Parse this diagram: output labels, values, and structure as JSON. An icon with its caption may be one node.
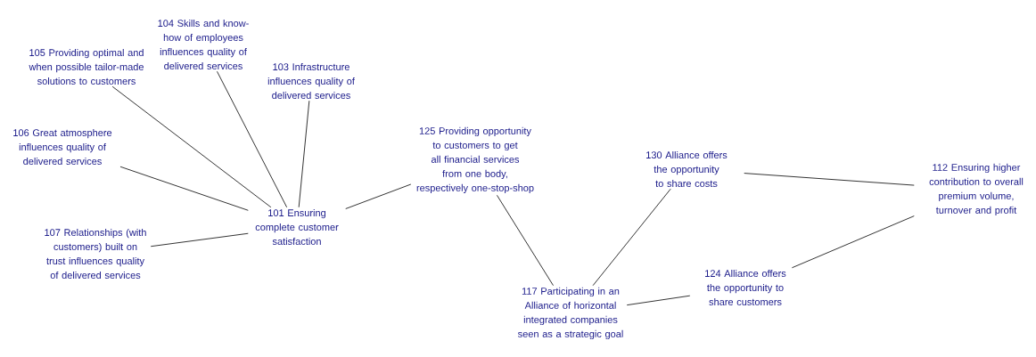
{
  "diagram": {
    "nodes": [
      {
        "text": [
          "105 Providing optimal and when possible tailor-made solutions to customers"
        ]
      },
      {
        "text": [
          "104 Skills and know-how of employees influences quality of delivered services"
        ]
      },
      {
        "text": [
          "103 Infrastructure influences quality of delivered services"
        ]
      },
      {
        "text": [
          "106 Great atmosphere influences quality of delivered services"
        ]
      },
      {
        "text": [
          "101 Ensuring complete customer satisfaction"
        ]
      },
      {
        "text": [
          "107 Relationships (with customers) built on trust influences quality of delivered services"
        ]
      },
      {
        "text": [
          "125 Providing opportunity to customers to get all financial services from one body, respectively one-stop-shop"
        ]
      },
      {
        "text": [
          "130 Alliance offers the opportunity to share costs"
        ]
      },
      {
        "text": [
          "112 Ensuring higher contribution to overall premium volume, turnover and profit"
        ]
      },
      {
        "text": [
          "117 Participating in an Alliance of horizontal integrated companies seen as a strategic goal"
        ]
      },
      {
        "text": [
          "124 Alliance offers the opportunity to share customers"
        ]
      }
    ],
    "edges": [
      {
        "from": 0,
        "to": 4,
        "arrow": "none"
      },
      {
        "from": 1,
        "to": 4,
        "arrow": "none"
      },
      {
        "from": 2,
        "to": 4,
        "arrow": "none"
      },
      {
        "from": 3,
        "to": 4,
        "arrow": "none"
      },
      {
        "from": 5,
        "to": 4,
        "arrow": "none"
      },
      {
        "from": 4,
        "to": 6,
        "arrow": "none"
      },
      {
        "from": 6,
        "to": 9,
        "arrow": "none"
      },
      {
        "from": 9,
        "to": 7,
        "arrow": "none"
      },
      {
        "from": 7,
        "to": 8,
        "arrow": "none"
      },
      {
        "from": 9,
        "to": 10,
        "arrow": "none"
      },
      {
        "from": 10,
        "to": 8,
        "arrow": "none"
      }
    ]
  }
}
